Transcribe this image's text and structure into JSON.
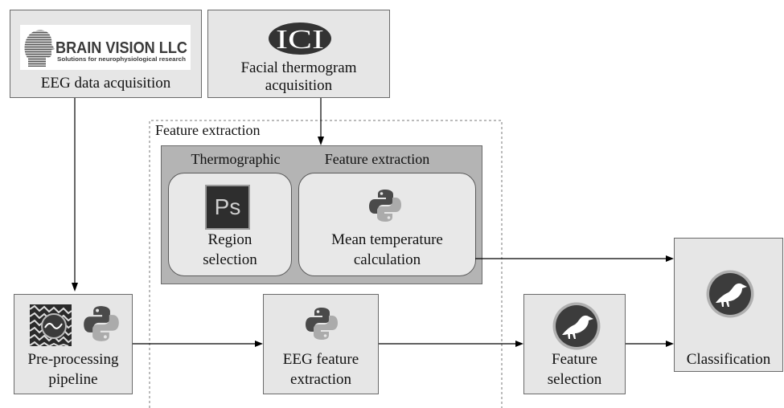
{
  "diagram": {
    "eeg_acquisition": {
      "logo_icon": "brain-vision-logo",
      "logo_title": "BRAIN VISION LLC",
      "logo_subtitle": "Solutions for neurophysiological research",
      "label": "EEG data acquisition"
    },
    "thermogram_acquisition": {
      "logo_icon": "ici-logo",
      "logo_text": "ICI",
      "label_line1": "Facial thermogram",
      "label_line2": "acquisition"
    },
    "feature_extraction_group": {
      "label": "Feature extraction"
    },
    "thermographic_panel": {
      "header_left": "Thermographic",
      "header_right": "Feature extraction",
      "region_selection": {
        "icon": "photoshop-icon",
        "icon_text": "Ps",
        "line1": "Region",
        "line2": "selection"
      },
      "mean_temperature": {
        "icon": "python-icon",
        "line1": "Mean temperature",
        "line2": "calculation"
      }
    },
    "preprocessing": {
      "icons": [
        "eeglab-icon",
        "python-icon"
      ],
      "line1": "Pre-processing",
      "line2": "pipeline"
    },
    "eeg_feature_extraction": {
      "icon": "python-icon",
      "line1": "EEG feature",
      "line2": "extraction"
    },
    "feature_selection": {
      "icon": "weka-bird-icon",
      "line1": "Feature",
      "line2": "selection"
    },
    "classification": {
      "icon": "weka-bird-icon",
      "label": "Classification"
    }
  },
  "colors": {
    "box_fill": "#e6e6e6",
    "panel_fill": "#b4b4b4",
    "border": "#6a6a6a",
    "arrow": "#000000",
    "dashed_frame": "#777777"
  }
}
